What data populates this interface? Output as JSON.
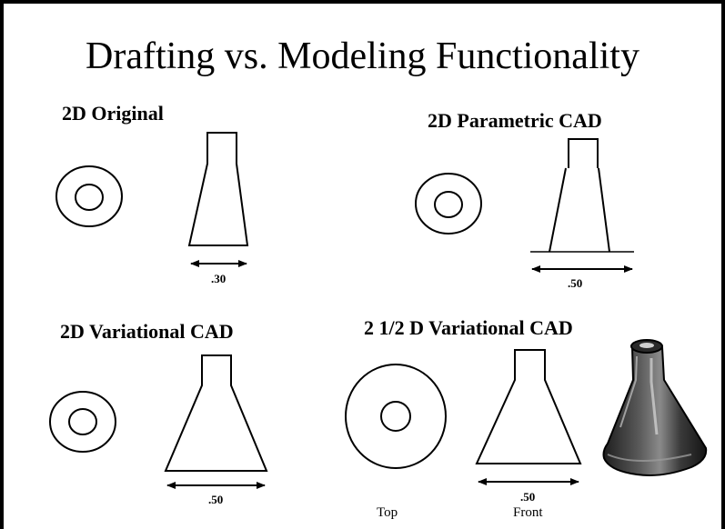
{
  "slide": {
    "title": "Drafting vs. Modeling Functionality"
  },
  "panels": {
    "original": {
      "title": "2D Original",
      "dimension": ".30"
    },
    "parametric": {
      "title": "2D Parametric CAD",
      "dimension": ".50"
    },
    "variational": {
      "title": "2D Variational CAD",
      "dimension": ".50"
    },
    "variational_25d": {
      "title": "2 1/2 D Variational CAD",
      "dimension": ".50",
      "view_top_label": "Top",
      "view_front_label": "Front"
    }
  }
}
